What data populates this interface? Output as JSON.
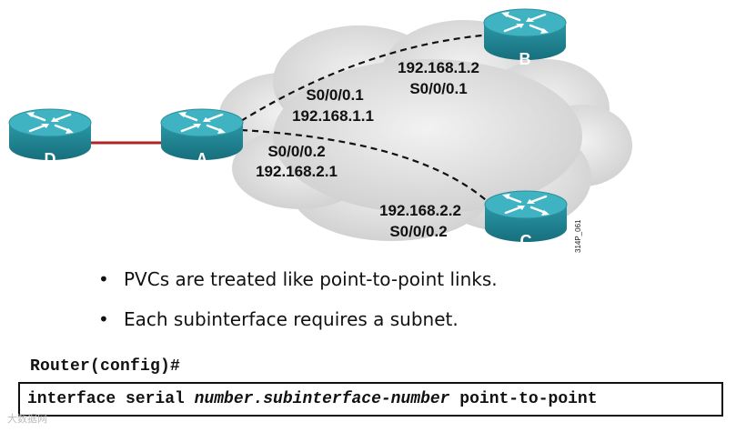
{
  "routers": [
    {
      "id": "A",
      "label": "A"
    },
    {
      "id": "B",
      "label": "B"
    },
    {
      "id": "C",
      "label": "C"
    },
    {
      "id": "D",
      "label": "D"
    }
  ],
  "links": {
    "a_b": {
      "a_side": {
        "interface": "S0/0/0.1",
        "ip": "192.168.1.1"
      },
      "b_side": {
        "ip": "192.168.1.2",
        "interface": "S0/0/0.1"
      }
    },
    "a_c": {
      "a_side": {
        "interface": "S0/0/0.2",
        "ip": "192.168.2.1"
      },
      "c_side": {
        "ip": "192.168.2.2",
        "interface": "S0/0/0.2"
      }
    }
  },
  "figure_code": "314P_061",
  "bullets": [
    "PVCs are treated like point-to-point links.",
    "Each subinterface requires a subnet."
  ],
  "bullet_symbol": "•",
  "command": {
    "prompt": "Router(config)#",
    "keyword": "interface serial ",
    "argument": "number.subinterface-number",
    "suffix": " point-to-point"
  },
  "watermark": "大数据网",
  "colors": {
    "router_top": "#35a9b8",
    "router_side": "#1d7f8d",
    "cloud": "#dedede",
    "lan_link": "#b22222"
  }
}
